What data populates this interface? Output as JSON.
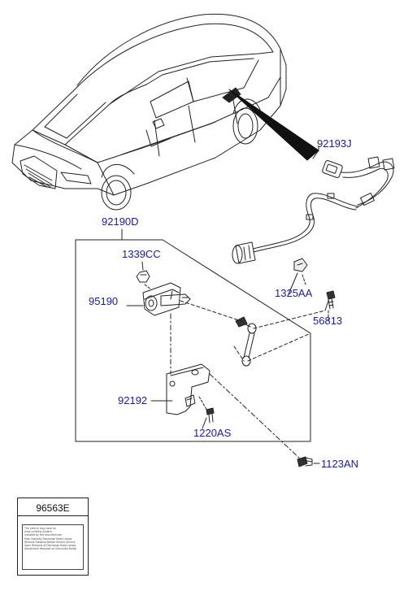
{
  "diagram": {
    "part_labels": {
      "kit_92190D": "92190D",
      "sensor_assy_95190": "95190",
      "harness_92193J": "92193J",
      "bracket_92192": "92192",
      "bolt_1220AS": "1220AS",
      "nut_1339CC": "1339CC",
      "bolt_1325AA": "1325AA",
      "bolt_56813": "56813",
      "bolt_1123AN": "1123AN"
    },
    "caution_label": {
      "part_no": "96563E",
      "text_lines": [
        "The vehicle may have an",
        "Auto-Leveling System",
        "Installed by the manufacturer.",
        "High Intensity Discharge Head Lamps",
        "Remove Disabled Before Vehicle Service",
        "Upon Removal of Discharge Head Lamps",
        "Adjustment Required as Instructed Below"
      ]
    },
    "colors": {
      "label_blue": "#1a1aa0",
      "line_dark": "#222222"
    }
  }
}
